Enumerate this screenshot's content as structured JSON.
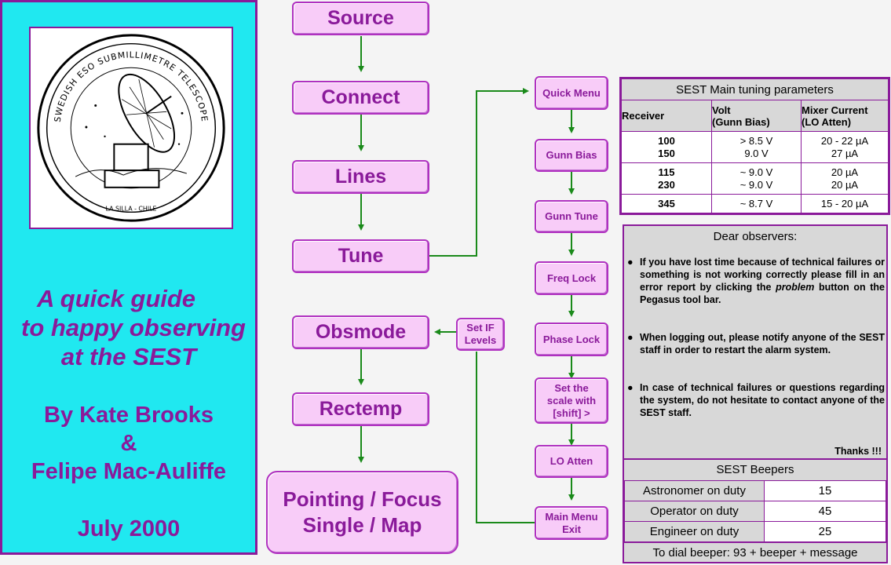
{
  "cover": {
    "logo_ring_top": "SWEDISH ESO SUBMILLIMETRE TELESCOPE",
    "logo_ring_bottom": "LA SILLA - CHILE",
    "guide_line_1": "A quick guide",
    "guide_line_2": "to happy observing",
    "guide_line_3": "at the SEST",
    "author_line_1": "By Kate Brooks",
    "author_line_2": "&",
    "author_line_3": "Felipe Mac-Auliffe",
    "date": "July 2000"
  },
  "main_flow": {
    "source": "Source",
    "connect": "Connect",
    "lines": "Lines",
    "tune": "Tune",
    "obsmode": "Obsmode",
    "set_if_line1": "Set IF",
    "set_if_line2": "Levels",
    "rectemp": "Rectemp",
    "final_line1": "Pointing / Focus",
    "final_line2": "Single / Map"
  },
  "tune_flow": {
    "quick_menu": "Quick Menu",
    "gunn_bias": "Gunn Bias",
    "gunn_tune": "Gunn Tune",
    "freq_lock": "Freq Lock",
    "phase_lock": "Phase Lock",
    "set_scale_line1": "Set the",
    "set_scale_line2": "scale with",
    "set_scale_line3": "[shift] >",
    "lo_atten": "LO Atten",
    "main_menu_line1": "Main Menu",
    "main_menu_line2": "Exit"
  },
  "tuning_table": {
    "title": "SEST Main tuning parameters",
    "headers": {
      "receiver": "Receiver",
      "volt_line1": "Volt",
      "volt_line2": "(Gunn Bias)",
      "mixer_line1": "Mixer Current",
      "mixer_line2": "(LO Atten)"
    },
    "rows": [
      {
        "receivers": [
          "100",
          "150"
        ],
        "volts": [
          "> 8.5 V",
          "9.0 V"
        ],
        "currents": [
          "20 - 22 µA",
          "27 µA"
        ]
      },
      {
        "receivers": [
          "115",
          "230"
        ],
        "volts": [
          "~ 9.0 V",
          "~ 9.0 V"
        ],
        "currents": [
          "20 µA",
          "20 µA"
        ]
      },
      {
        "receivers": [
          "345"
        ],
        "volts": [
          "~ 8.7 V"
        ],
        "currents": [
          "15 - 20 µA"
        ]
      }
    ]
  },
  "notice": {
    "title": "Dear observers:",
    "bullet": "●",
    "note1_before": "If you have lost time because of technical failures or something is not working correctly please fill in an error report by clicking the ",
    "note1_em": "problem",
    "note1_after": " button on the Pegasus tool bar.",
    "note2": "When logging out, please notify  anyone of the SEST staff in order to restart the alarm system.",
    "note3": "In case of technical failures or questions regarding the system, do not hesitate to contact anyone of the SEST staff.",
    "thanks": "Thanks !!!"
  },
  "beepers": {
    "title": "SEST Beepers",
    "rows": [
      {
        "role": "Astronomer on duty",
        "number": "15"
      },
      {
        "role": "Operator on duty",
        "number": "45"
      },
      {
        "role": "Engineer on duty",
        "number": "25"
      }
    ],
    "dial": "To dial beeper: 93 + beeper + message"
  },
  "colors": {
    "cover_bg": "#20e8f0",
    "accent_purple": "#8a1a9a",
    "box_fill": "#f8ccf8",
    "arrow_green": "#1a8a1a"
  }
}
